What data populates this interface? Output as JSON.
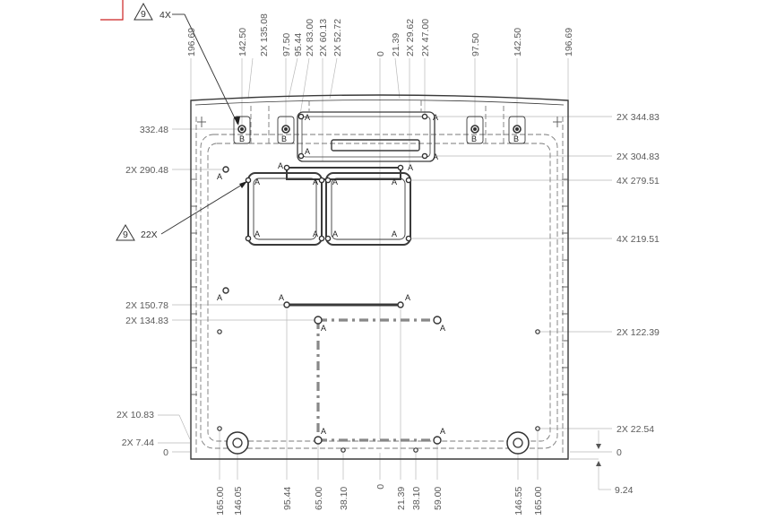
{
  "view": {
    "name": "baseplate-dimensioned-hole-layout",
    "colors": {
      "line": "#3a3a3a",
      "dimension_text": "#5a5a5a",
      "extension": "#b9b9b9",
      "corner_mark": "#cc2222"
    }
  },
  "top_dimensions": [
    "196.69",
    "142.50",
    "2X 135.08",
    "97.50",
    "95.44",
    "2X 83.00",
    "2X 60.13",
    "2X 52.72",
    "0",
    "21.39",
    "2X 29.62",
    "2X 47.00",
    "97.50",
    "142.50",
    "196.69"
  ],
  "bottom_dimensions": [
    "165.00",
    "146.05",
    "95.44",
    "65.00",
    "38.10",
    "0",
    "21.39",
    "38.10",
    "59.00",
    "146.55",
    "165.00"
  ],
  "left_dimensions": [
    "332.48",
    "2X 290.48",
    "2X 150.78",
    "2X 134.83",
    "2X 10.83",
    "2X 7.44",
    "0"
  ],
  "right_dimensions": [
    "2X 344.83",
    "2X 304.83",
    "4X 279.51",
    "4X 219.51",
    "2X 122.39",
    "2X 22.54",
    "0",
    "9.24"
  ],
  "callouts": [
    {
      "note": "9",
      "qty": "4X"
    },
    {
      "note": "9",
      "qty": "22X"
    }
  ],
  "hole_tags": {
    "a": "A",
    "b": "B"
  }
}
